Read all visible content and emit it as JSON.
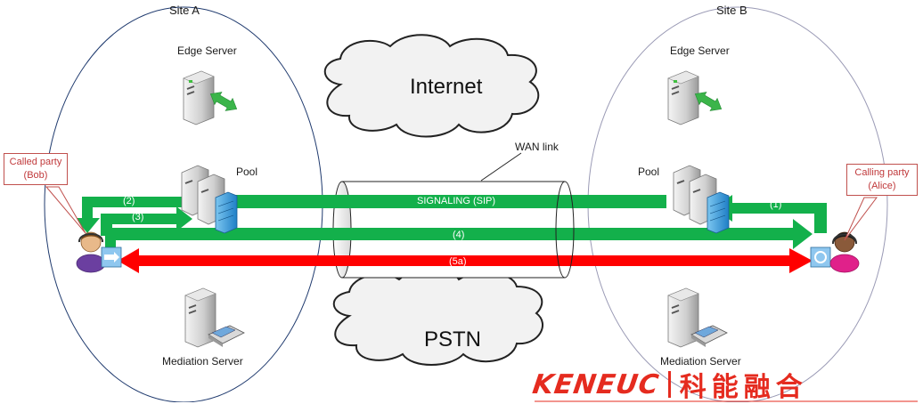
{
  "sites": {
    "a": {
      "title": "Site A",
      "edge_label": "Edge Server",
      "pool_label": "Pool",
      "mediation_label": "Mediation Server",
      "callout": {
        "line1": "Called party",
        "line2": "(Bob)"
      }
    },
    "b": {
      "title": "Site B",
      "edge_label": "Edge Server",
      "pool_label": "Pool",
      "mediation_label": "Mediation Server",
      "callout": {
        "line1": "Calling party",
        "line2": "(Alice)"
      }
    }
  },
  "clouds": {
    "internet": "Internet",
    "pstn": "PSTN"
  },
  "wan_label": "WAN link",
  "flows": {
    "signaling": "SIGNALING (SIP)",
    "step1": "(1)",
    "step2": "(2)",
    "step3": "(3)",
    "step4": "(4)",
    "step5a": "(5a)"
  },
  "colors": {
    "signal": "#13b04b",
    "media": "#ff0000",
    "site_a_outline": "#1f3a6e",
    "site_b_outline": "#9a9ab5"
  },
  "logo": {
    "latin": "KENEUC",
    "cjk": "科能融合"
  }
}
